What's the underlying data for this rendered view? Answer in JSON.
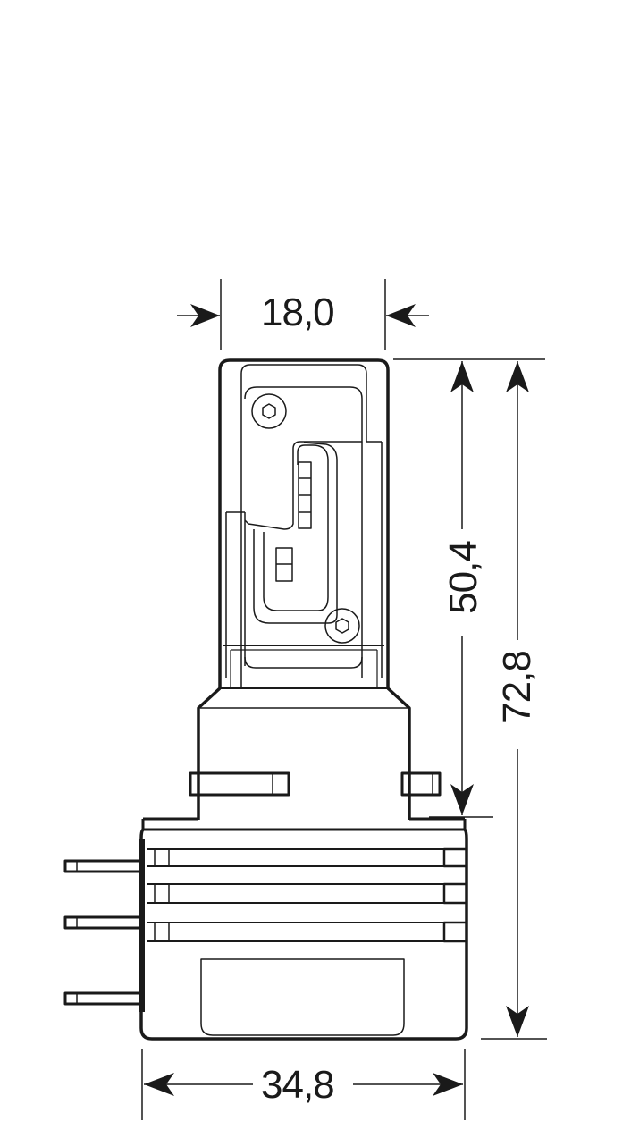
{
  "diagram": {
    "subject": "LED headlight bulb (H15 type) dimensional drawing",
    "units": "mm",
    "line_color": "#1a1a1a",
    "background": "#ffffff",
    "dimensions": {
      "head_width": "18,0",
      "overall_width": "34,8",
      "head_height": "50,4",
      "overall_height": "72,8"
    },
    "parts": [
      "led-head",
      "hex-screw-top",
      "hex-screw-bottom",
      "led-chip-strip",
      "led-chip-pair",
      "neck-collar",
      "locking-tabs",
      "base-cooling-fins",
      "connector-pins",
      "base-window"
    ]
  }
}
